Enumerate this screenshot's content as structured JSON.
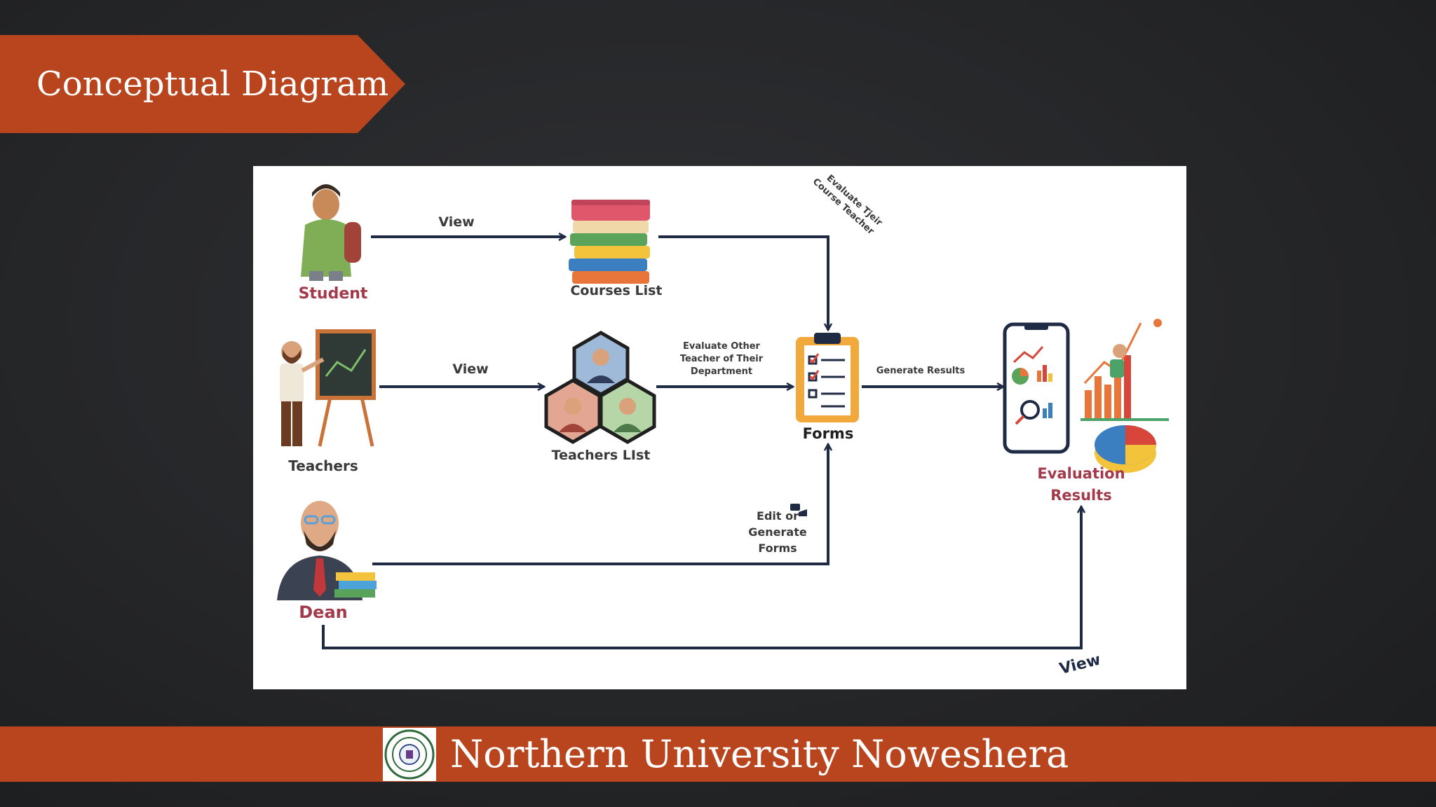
{
  "slide": {
    "title": "Conceptual Diagram",
    "footer": "Northern University Noweshera"
  },
  "diagram": {
    "nodes": {
      "student": "Student",
      "courses_list": "Courses List",
      "teachers": "Teachers",
      "teachers_list": "Teachers LIst",
      "forms": "Forms",
      "dean": "Dean",
      "evaluation_results": [
        "Evaluation",
        "Results"
      ]
    },
    "edges": {
      "student_view": "View",
      "teachers_view": "View",
      "evaluate_other": [
        "Evaluate Other",
        "Teacher of Their",
        "Department"
      ],
      "evaluate_course": [
        "Evaluate Tjeir",
        "Course Teacher"
      ],
      "generate_results": "Generate Results",
      "edit_generate": [
        "Edit or",
        "Generate",
        "Forms"
      ],
      "dean_view": "View"
    }
  },
  "colors": {
    "accent": "#b8451e",
    "node_label_red": "#a33a4c",
    "arrow": "#1f2a44"
  },
  "icons": [
    "student-icon",
    "books-icon",
    "teacher-icon",
    "teachers-group-icon",
    "clipboard-icon",
    "dean-icon",
    "phone-analytics-icon",
    "charts-icon",
    "university-seal-icon"
  ]
}
